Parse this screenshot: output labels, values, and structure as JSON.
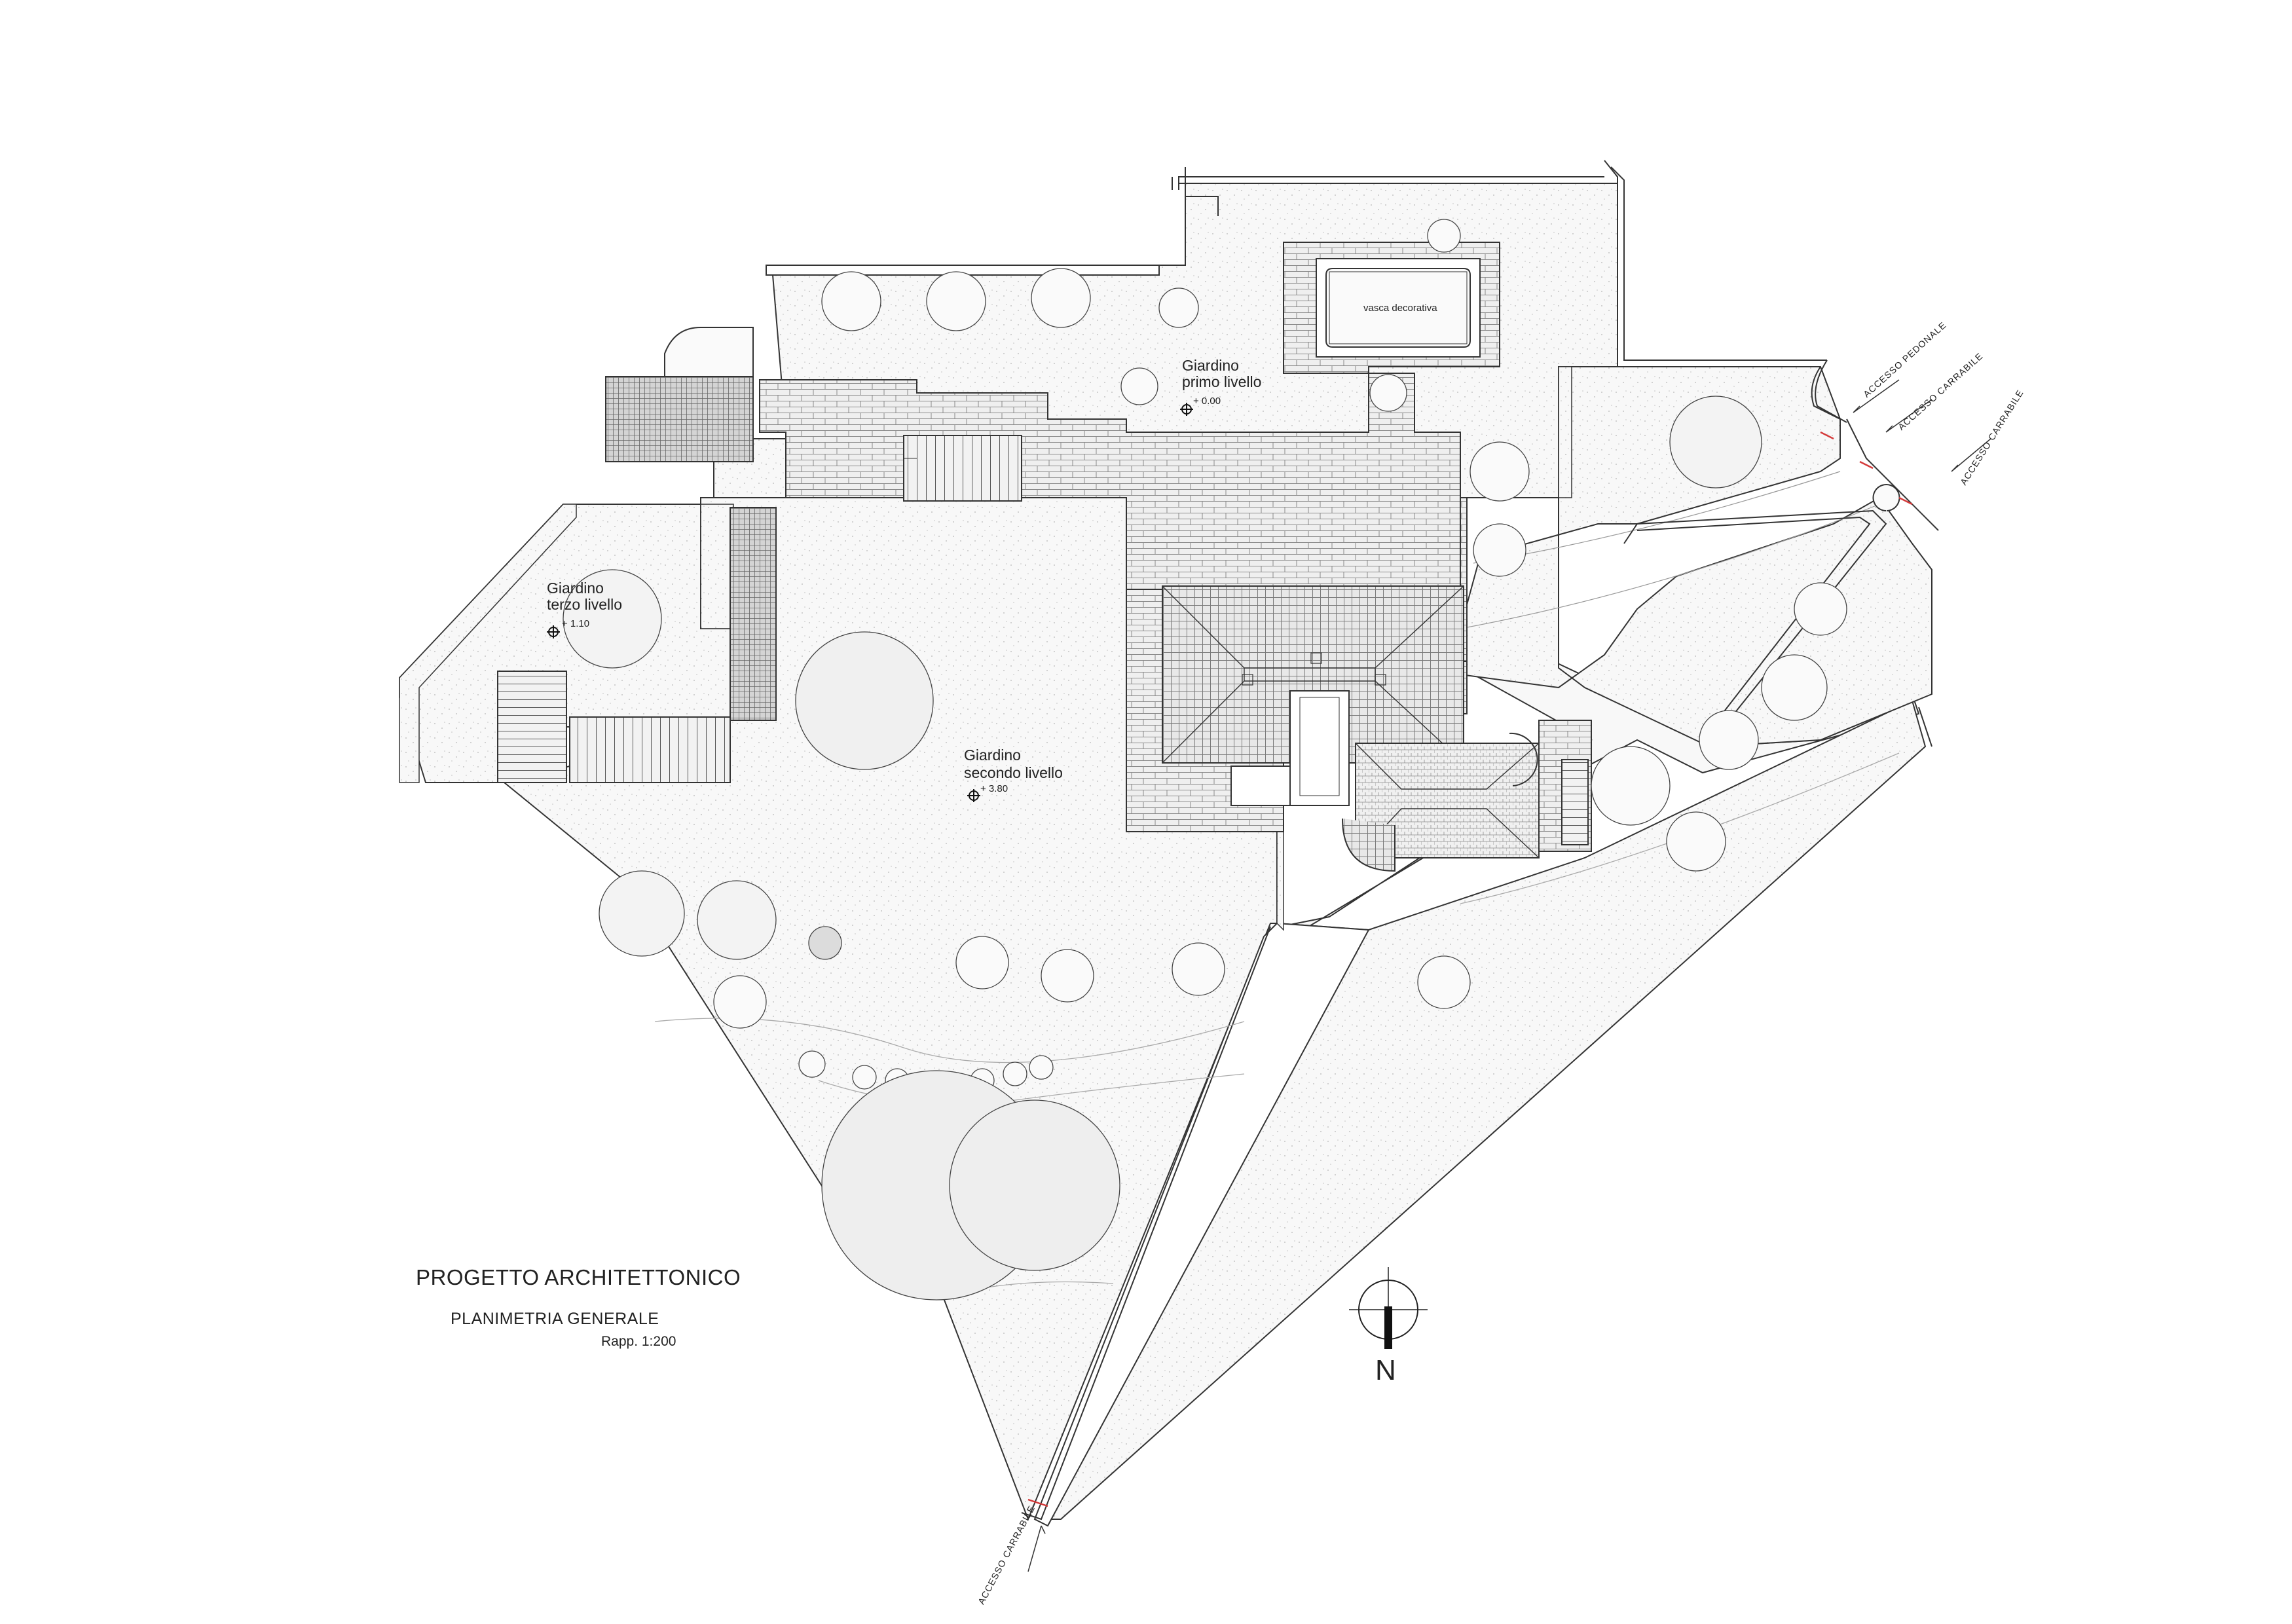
{
  "gardens": {
    "primo": {
      "name_line1": "Giardino",
      "name_line2": "primo livello",
      "elevation": "+ 0.00"
    },
    "secondo": {
      "name_line1": "Giardino",
      "name_line2": "secondo livello",
      "elevation": "+ 3.80"
    },
    "terzo": {
      "name_line1": "Giardino",
      "name_line2": "terzo livello",
      "elevation": "+ 1.10"
    }
  },
  "pool": {
    "label": "vasca decorativa"
  },
  "accesses": {
    "pedonale": "ACCESSO PEDONALE",
    "carrabile_1": "ACCESSO CARRABILE",
    "carrabile_2": "ACCESSO CARRABILE",
    "carrabile_south": "ACCESSO CARRABILE"
  },
  "title_block": {
    "project": "PROGETTO ARCHITETTONICO",
    "drawing": "PLANIMETRIA GENERALE",
    "scale": "Rapp. 1:200"
  },
  "north": {
    "letter": "N"
  },
  "colors": {
    "ink": "#222222",
    "garden_fill": "#f7f7f7",
    "paving_fill": "#ececec",
    "access_mark": "#d43a3a"
  }
}
